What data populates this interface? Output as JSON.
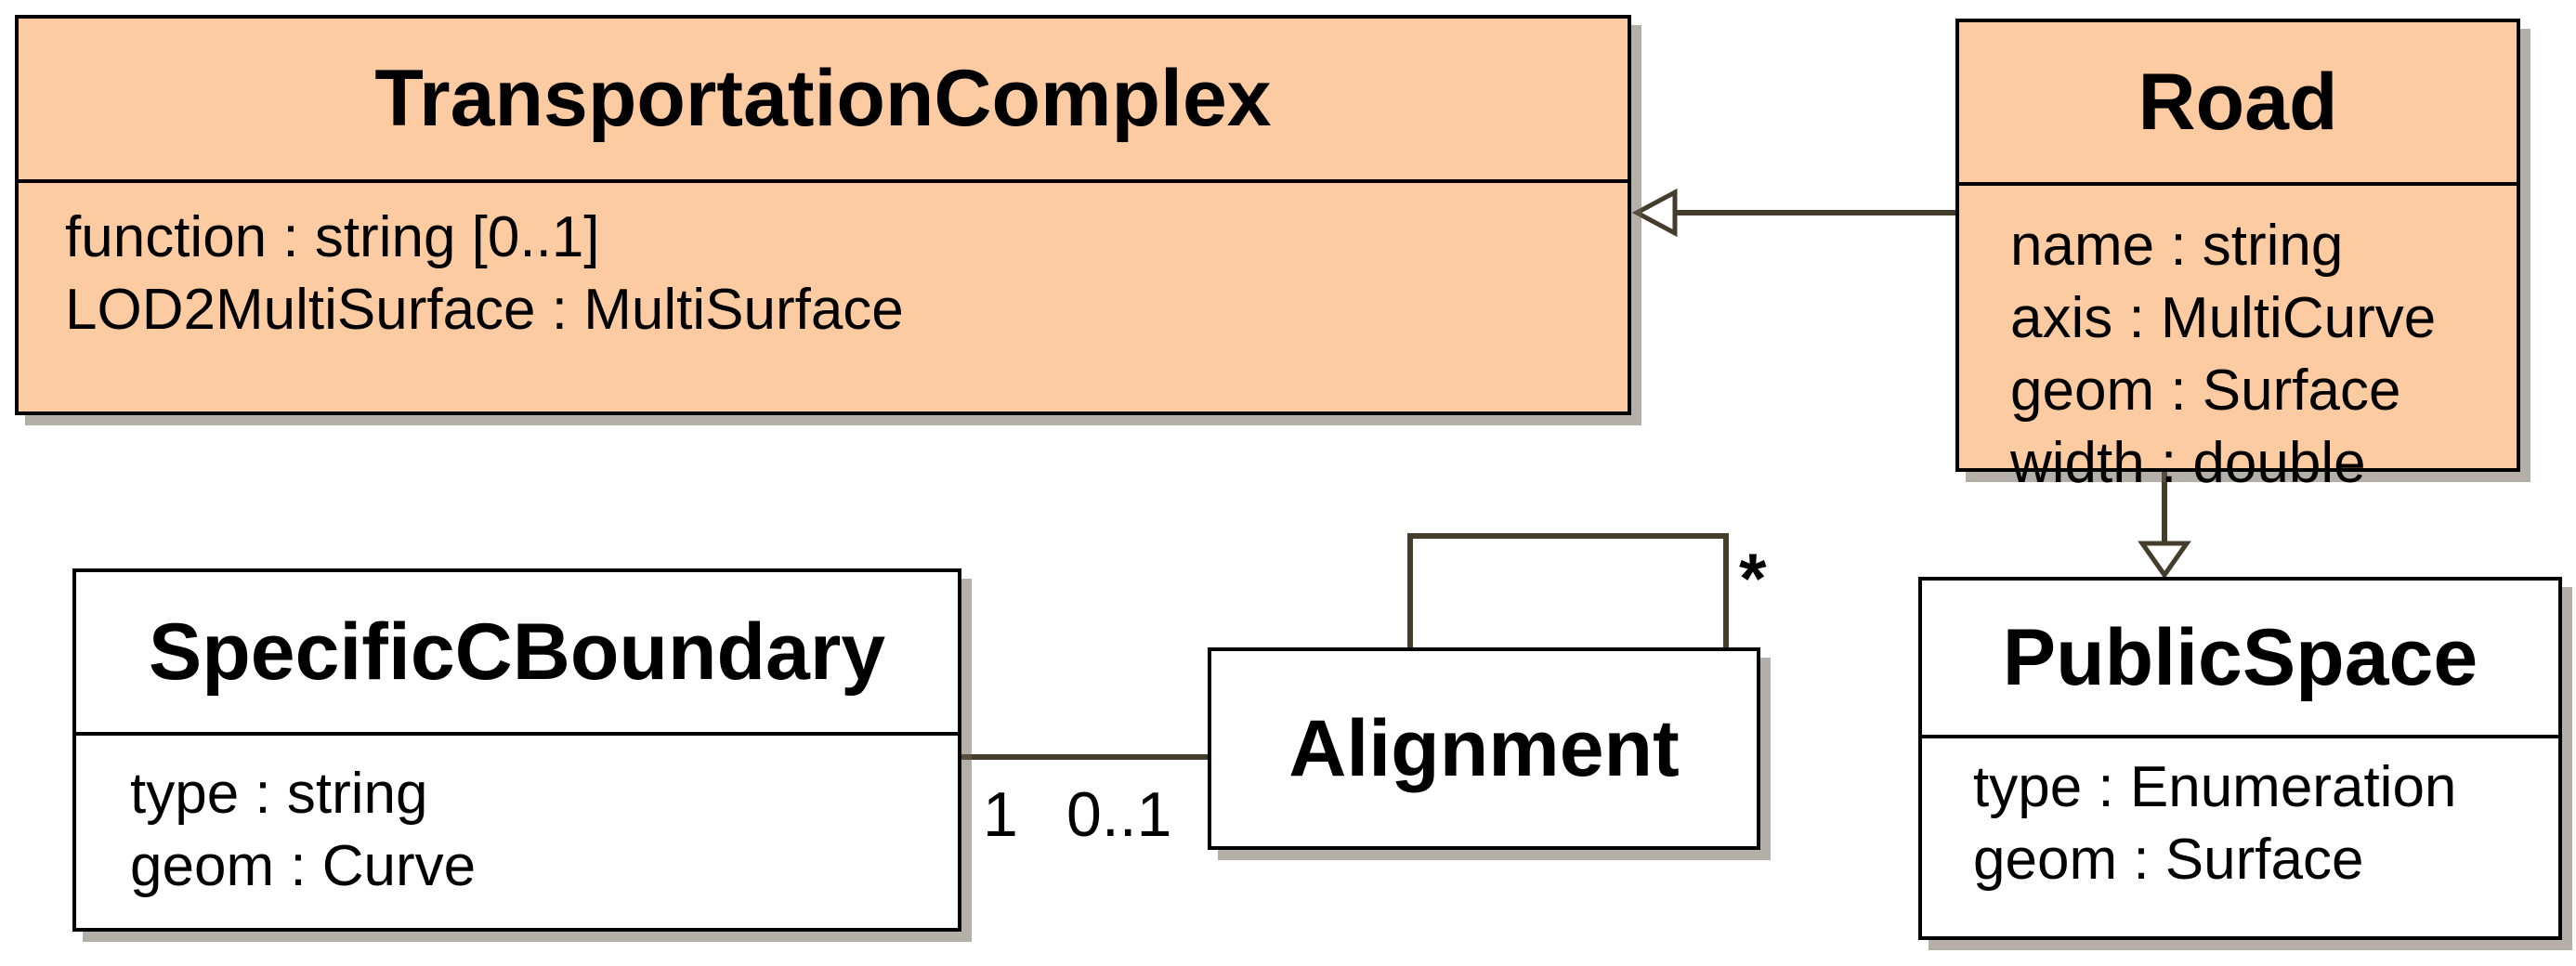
{
  "diagram": {
    "type": "uml-class-diagram",
    "colors": {
      "class_fill_highlight": "#fdcba1",
      "class_fill_plain": "#ffffff",
      "box_border": "#000000",
      "connector_line": "#443d2c",
      "shadow": "#6f6152",
      "background": "#ffffff",
      "text": "#000000"
    },
    "classes": [
      {
        "name": "TransportationComplex",
        "fill": "#fdcba1",
        "attributes": [
          "function : string [0..1]",
          "LOD2MultiSurface : MultiSurface"
        ]
      },
      {
        "name": "Road",
        "fill": "#fdcba1",
        "attributes": [
          "name : string",
          "axis : MultiCurve",
          "geom : Surface",
          "width : double"
        ]
      },
      {
        "name": "SpecificCBoundary",
        "fill": "#ffffff",
        "attributes": [
          "type : string",
          "geom : Curve"
        ]
      },
      {
        "name": "Alignment",
        "fill": "#ffffff",
        "attributes": []
      },
      {
        "name": "PublicSpace",
        "fill": "#ffffff",
        "attributes": [
          "type : Enumeration",
          "geom : Surface"
        ]
      }
    ],
    "relationships": [
      {
        "type": "generalization",
        "from": "Road",
        "to": "TransportationComplex"
      },
      {
        "type": "generalization",
        "from": "Road",
        "to": "PublicSpace"
      },
      {
        "type": "association",
        "from": "SpecificCBoundary",
        "to": "Alignment",
        "multiplicity_from": "1",
        "multiplicity_to": "0..1"
      },
      {
        "type": "self-association",
        "from": "Alignment",
        "to": "Alignment",
        "multiplicity": "*"
      }
    ],
    "labels": {
      "mult_one": "1",
      "mult_zero_one": "0..1",
      "mult_star": "*"
    }
  }
}
